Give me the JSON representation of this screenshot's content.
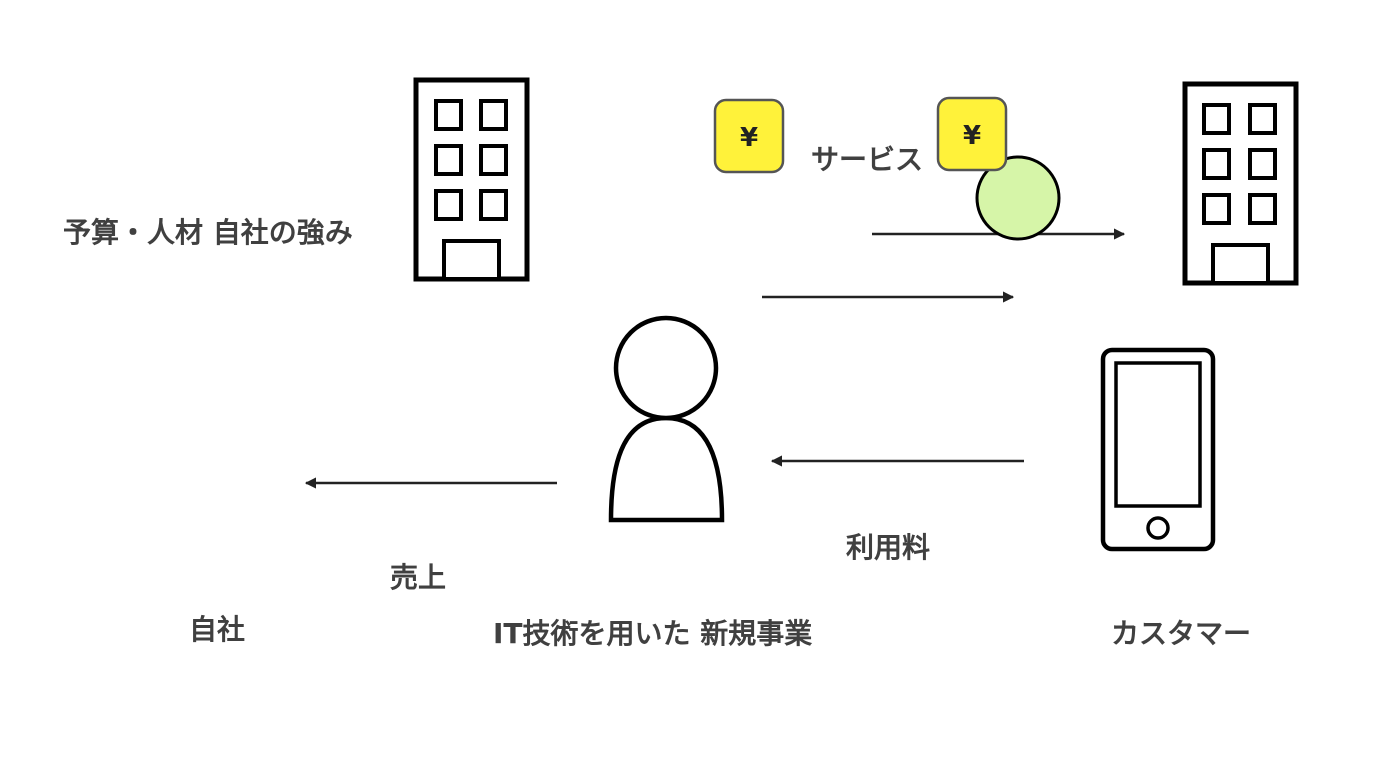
{
  "labels": {
    "resources": "予算・人材 自社の強み",
    "service": "サービス",
    "usage_fee": "利用料",
    "sales": "売上",
    "own_company": "自社",
    "new_business": "IT技術を用いた 新規事業",
    "customer": "カスタマー"
  },
  "coins": {
    "symbol": "¥",
    "color": "#fff23a"
  },
  "colors": {
    "text": "#404040",
    "stroke": "#000000",
    "arrow": "#222222",
    "service_circle": "#d6f5a8"
  },
  "icons": {
    "own_company_building": "building-icon",
    "customer_building": "building-icon",
    "person": "person-icon",
    "smartphone": "smartphone-icon",
    "service": "circle-icon"
  }
}
